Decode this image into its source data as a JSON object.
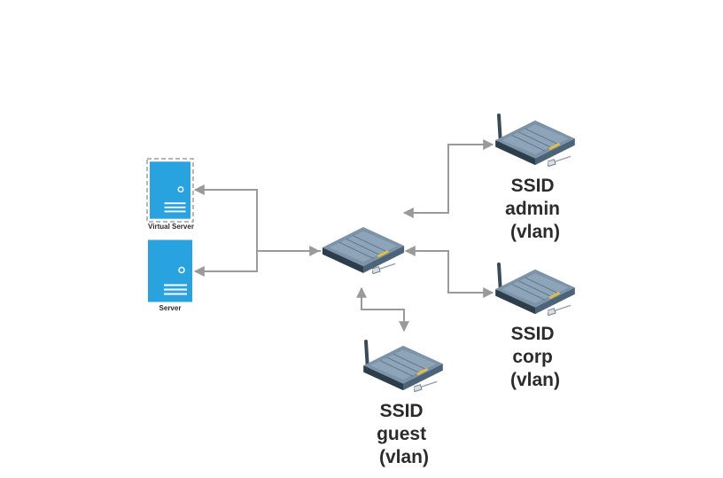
{
  "servers": {
    "virtual": {
      "label": "Virtual Server",
      "icon": "virtual-server-icon",
      "color": "#29a3e0"
    },
    "physical": {
      "label": "Server",
      "icon": "server-icon",
      "color": "#29a3e0"
    }
  },
  "central": {
    "icon": "router-icon"
  },
  "access_points": {
    "admin": {
      "lines": [
        "SSID",
        "admin",
        "(vlan)"
      ],
      "icon": "wireless-router-icon"
    },
    "corp": {
      "lines": [
        "SSID",
        "corp",
        "(vlan)"
      ],
      "icon": "wireless-router-icon"
    },
    "guest": {
      "lines": [
        "SSID",
        "guest",
        "(vlan)"
      ],
      "icon": "wireless-router-icon"
    }
  },
  "colors": {
    "connector": "#9a9a9a",
    "device_body": "#4d6378",
    "device_top": "#7c93a8",
    "device_dark": "#2e3d4c"
  }
}
